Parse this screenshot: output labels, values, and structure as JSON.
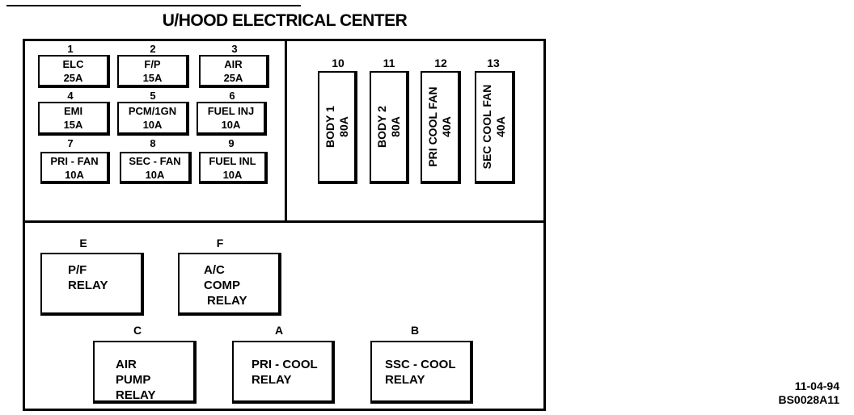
{
  "title": "U/HOOD ELECTRICAL CENTER",
  "fuses": [
    {
      "num": "1",
      "label": "ELC",
      "amp": "25A"
    },
    {
      "num": "2",
      "label": "F/P",
      "amp": "15A"
    },
    {
      "num": "3",
      "label": "AIR",
      "amp": "25A"
    },
    {
      "num": "4",
      "label": "EMI",
      "amp": "15A"
    },
    {
      "num": "5",
      "label": "PCM/1GN",
      "amp": "10A"
    },
    {
      "num": "6",
      "label": "FUEL INJ",
      "amp": "10A"
    },
    {
      "num": "7",
      "label": "PRI - FAN",
      "amp": "10A"
    },
    {
      "num": "8",
      "label": "SEC - FAN",
      "amp": "10A"
    },
    {
      "num": "9",
      "label": "FUEL INL",
      "amp": "10A"
    }
  ],
  "maxi_fuses": [
    {
      "num": "10",
      "label": "BODY 1",
      "amp": "80A"
    },
    {
      "num": "11",
      "label": "BODY 2",
      "amp": "80A"
    },
    {
      "num": "12",
      "label": "PRI COOL FAN",
      "amp": "40A"
    },
    {
      "num": "13",
      "label": "SEC COOL FAN",
      "amp": "40A"
    }
  ],
  "relays": [
    {
      "letter": "E",
      "lines": [
        "P/F",
        "RELAY"
      ]
    },
    {
      "letter": "F",
      "lines": [
        "A/C",
        "COMP",
        "RELAY"
      ]
    },
    {
      "letter": "C",
      "lines": [
        "AIR",
        "PUMP",
        "RELAY"
      ]
    },
    {
      "letter": "A",
      "lines": [
        "PRI - COOL",
        "RELAY"
      ]
    },
    {
      "letter": "B",
      "lines": [
        "SSC - COOL",
        "RELAY"
      ]
    }
  ],
  "date_code": "11-04-94",
  "figure_code": "BS0028A11"
}
